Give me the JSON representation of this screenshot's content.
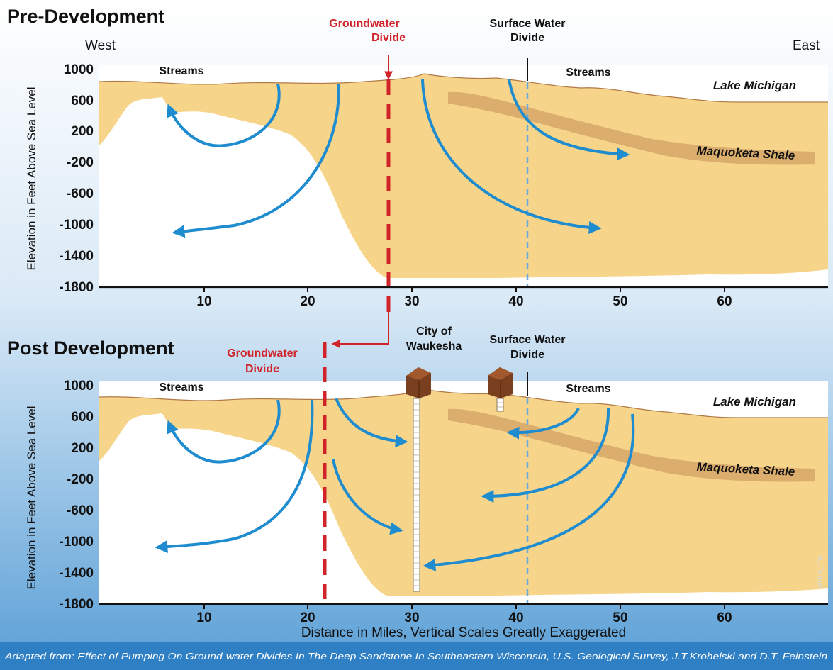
{
  "panels": {
    "pre": {
      "title": "Pre-Development",
      "west": "West",
      "east": "East",
      "gw_divide": [
        "Groundwater",
        "Divide"
      ],
      "sw_divide": [
        "Surface Water",
        "Divide"
      ],
      "streams_left": "Streams",
      "streams_right": "Streams",
      "lake": "Lake Michigan",
      "shale": "Maquoketa Shale",
      "ylabel": "Elevation in Feet Above Sea Level",
      "yticks": [
        "1000",
        "600",
        "200",
        "-200",
        "-600",
        "-1000",
        "-1400",
        "-1800"
      ],
      "xticks": [
        "10",
        "20",
        "30",
        "40",
        "50",
        "60"
      ]
    },
    "post": {
      "title": "Post Development",
      "gw_divide": [
        "Groundwater",
        "Divide"
      ],
      "city": [
        "City of",
        "Waukesha"
      ],
      "sw_divide": [
        "Surface Water",
        "Divide"
      ],
      "streams_left": "Streams",
      "streams_right": "Streams",
      "lake": "Lake Michigan",
      "shale": "Maquoketa Shale",
      "ylabel": "Elevation in Feet Above Sea Level",
      "yticks": [
        "1000",
        "600",
        "200",
        "-200",
        "-600",
        "-1000",
        "-1400",
        "-1800"
      ],
      "xticks": [
        "10",
        "20",
        "30",
        "40",
        "50",
        "60"
      ]
    }
  },
  "xaxis_label": "Distance in Miles, Vertical Scales Greatly Exaggerated",
  "credit": "Adapted from: Effect of Pumping On Ground-water Divides In The Deep Sandstone In Southeastern Wisconsin, U.S. Geological Survey, J.T.Krohelski and D.T. Feinstein",
  "watermark": "WGLA_104",
  "colors": {
    "sky_top": "#ffffff",
    "sky_bottom": "#5a9fd6",
    "footer": "#2f7fc4",
    "sandstone": "#f6d48a",
    "shale": "#dcae6e",
    "flow_arrow": "#1f8ccf",
    "groundwater_divide": "#d1232a",
    "surface_divide": "#6aa9e0",
    "well": "#7a3f1f"
  },
  "icons": [
    "well-house-icon",
    "well-screen-icon",
    "flow-arrow-icon",
    "divide-arrow-icon"
  ]
}
